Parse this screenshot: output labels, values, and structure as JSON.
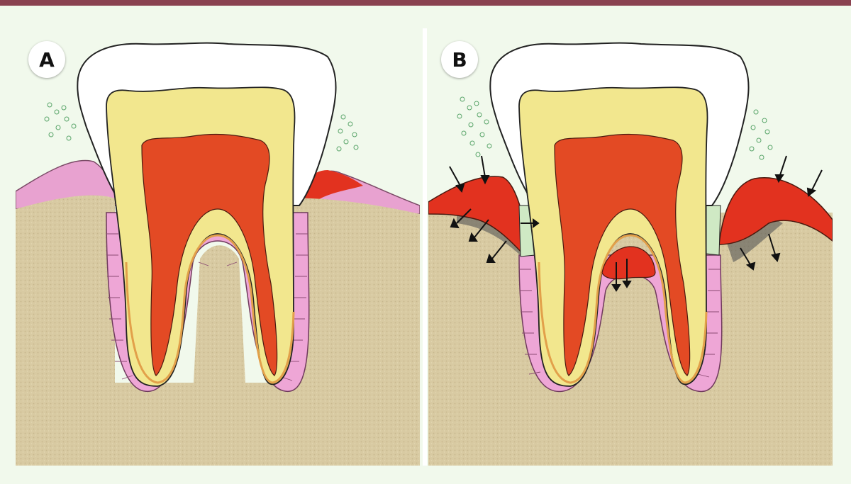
{
  "panels": [
    {
      "label": "A",
      "state": "healthy"
    },
    {
      "label": "B",
      "state": "inflamed"
    }
  ],
  "colors": {
    "background": "#f1f9ec",
    "top_bar": "#8a4250",
    "bone": "#d6c8a0",
    "gum_healthy": "#e8a2d0",
    "gum_inflamed": "#e2321f",
    "enamel": "#ffffff",
    "dentin": "#f2e78e",
    "pulp": "#e34a24",
    "ligament": "#eea6d6",
    "plaque": "#cfe9c4"
  }
}
